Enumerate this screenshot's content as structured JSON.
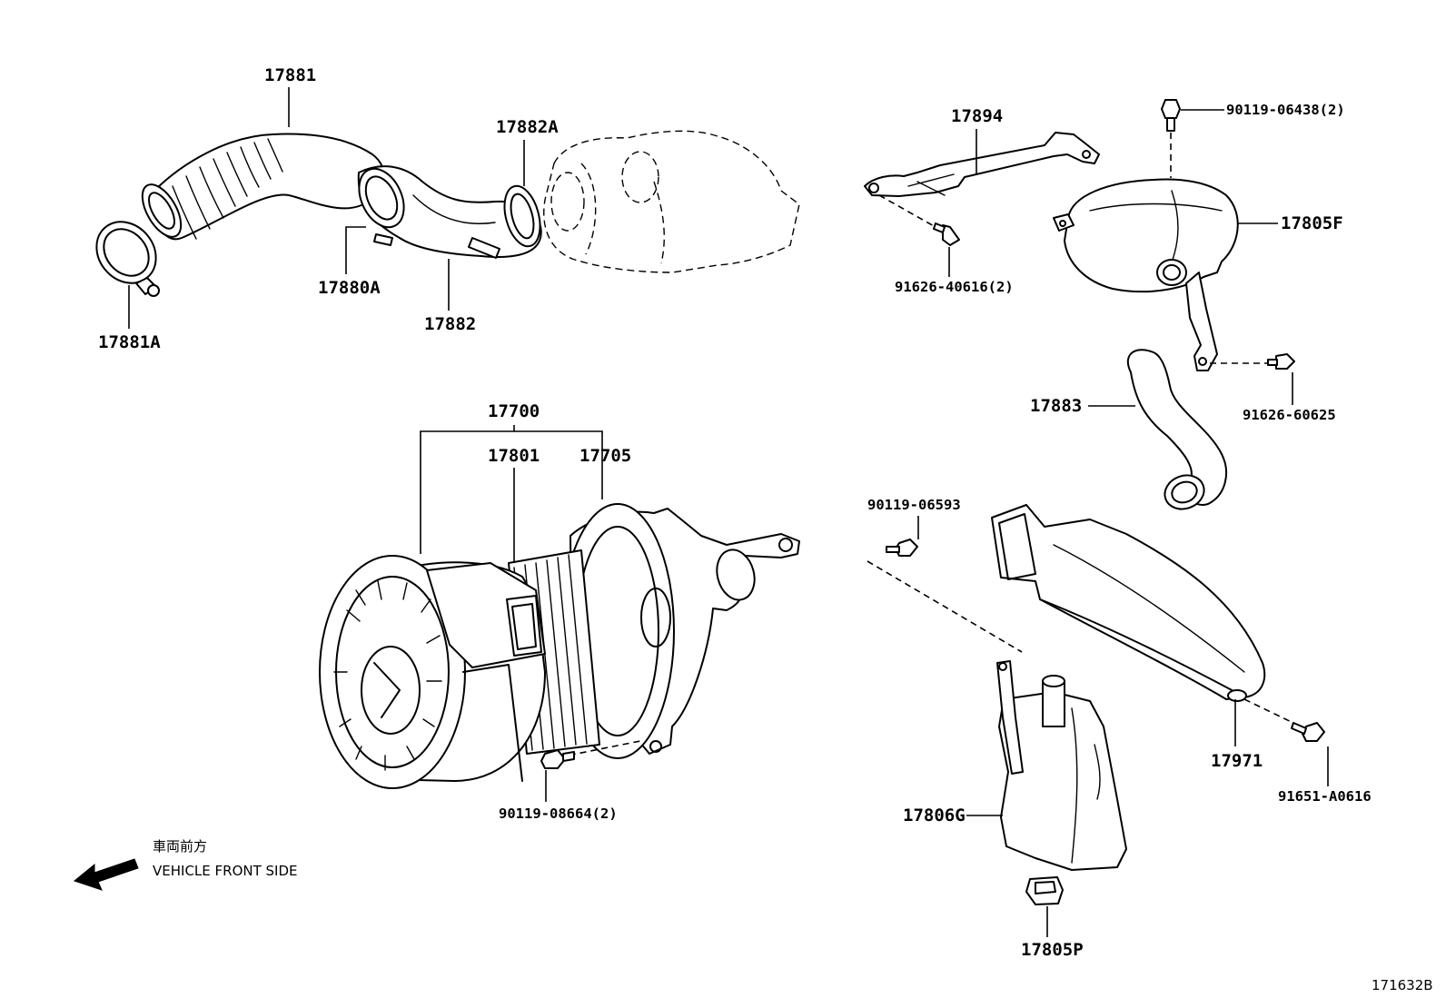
{
  "diagram": {
    "drawing_number": "171632B",
    "direction_note": {
      "japanese": "車両前方",
      "english": "VEHICLE FRONT SIDE"
    },
    "parts": {
      "p17881": "17881",
      "p17881A": "17881A",
      "p17880A": "17880A",
      "p17882": "17882",
      "p17882A": "17882A",
      "p17894": "17894",
      "p91626_40616": "91626-40616(2)",
      "p90119_06438": "90119-06438(2)",
      "p17805F": "17805F",
      "p17883": "17883",
      "p91626_60625": "91626-60625",
      "p17700": "17700",
      "p17801": "17801",
      "p17705": "17705",
      "p90119_08664": "90119-08664(2)",
      "p90119_06593": "90119-06593",
      "p17971": "17971",
      "p91651_A0616": "91651-A0616",
      "p17806G": "17806G",
      "p17805P": "17805P"
    }
  }
}
